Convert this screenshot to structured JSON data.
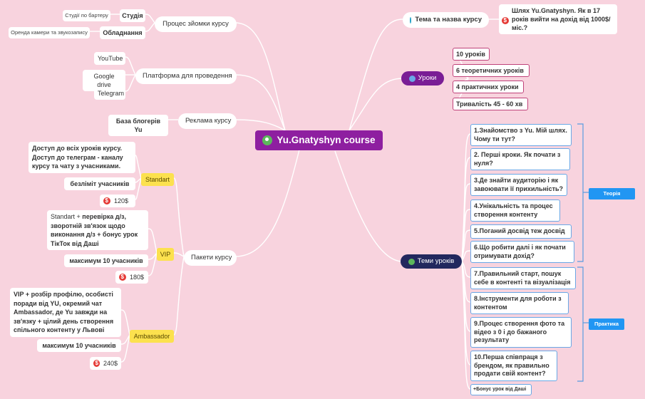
{
  "center": {
    "label": "Yu.Gnatyshyn course",
    "icon": "user-circle-icon"
  },
  "left": {
    "filming": {
      "label": "Процес зйомки курсу",
      "studio": {
        "label": "Студія",
        "note": "Студії по бартеру"
      },
      "equipment": {
        "label": "Обладнання",
        "note": "Оренда камери та звукозапису"
      }
    },
    "platform": {
      "label": "Платформа для проведення",
      "items": [
        "YouTube",
        "Google drive",
        "Telegram"
      ]
    },
    "ads": {
      "label": "Реклама курсу",
      "item": "База блогерів Yu"
    },
    "packages": {
      "label": "Пакети курсу",
      "standart": {
        "label": "Standart",
        "desc": "Доступ до всіх уроків курсу. Доступ до телеграм - каналу курсу та чату з учасниками.",
        "limit": "безліміт учасників",
        "price": "120$"
      },
      "vip": {
        "label": "VIP",
        "desc_prefix": "Standart + ",
        "desc_main": "перевірка д/з, зворотній зв'язок щодо виконання д/з + бонус урок ТікТок від Даші",
        "limit": "максимум 10 учасників",
        "price": "180$"
      },
      "ambassador": {
        "label": "Ambassador",
        "desc": "VIP + розбір профілю, особисті поради від YU, окремий чат Ambassador, де Yu завжди на зв'язку + цілий день створення спільного контенту у Львові",
        "limit": "максимум 10 учасників",
        "price": "240$"
      }
    }
  },
  "right": {
    "topic": {
      "label": "Тема та назва курсу",
      "title": "Шлях Yu.Gnatyshyn. Як в 17 років вийти на дохід від 1000$/міс.?"
    },
    "lessons": {
      "label": "Уроки",
      "items": [
        "10 уроків",
        "6 теоретичних уроків",
        "4 практичних уроки",
        "Тривалість 45 - 60 хв"
      ]
    },
    "topics": {
      "label": "Теми уроків",
      "theory_tag": "Теорія",
      "practice_tag": "Практика",
      "theory": [
        "1.Знайомство з Yu. Мій шлях. Чому ти тут?",
        "2. Перші кроки. Як почати з нуля?",
        "3.Де знайти аудиторію і як завоювати її прихильність?",
        "4.Унікальність та процес створення контенту",
        "5.Поганий досвід теж досвід",
        "6.Що робити далі і як почати отримувати дохід?"
      ],
      "practice": [
        "7.Правильний старт, пошук себе в контенті та візуалізація",
        "8.Інструменти для роботи з контентом",
        "9.Процес створення фото та відео з 0 і до бажаного результату",
        "10.Перша співпраця з брендом, як правильно продати свій контент?"
      ],
      "bonus": "+Бонус урок від Даші"
    }
  },
  "colors": {
    "background": "#f8d3de",
    "center": "#8e1fa0",
    "lessons": "#7a1d95",
    "topics": "#22285e",
    "package": "#fce14e",
    "tag": "#2196f3"
  }
}
